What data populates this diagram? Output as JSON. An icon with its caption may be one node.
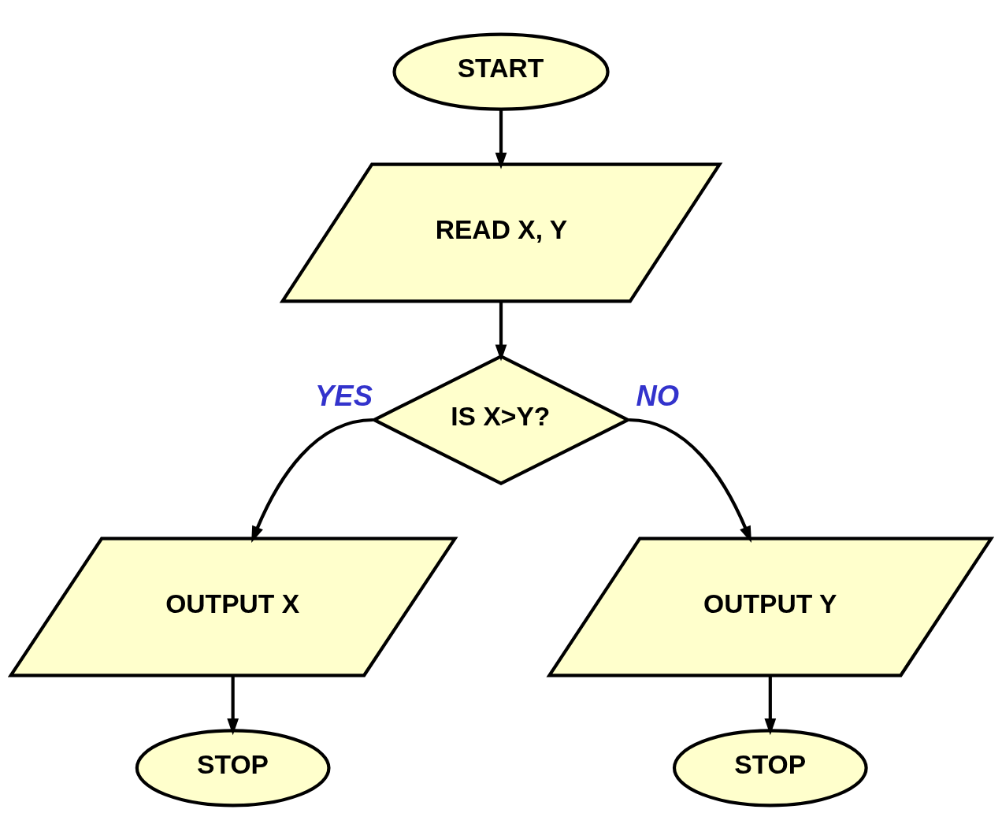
{
  "diagram": {
    "nodes": [
      {
        "text": [
          "START"
        ]
      },
      {
        "text": [
          "READ X, Y"
        ]
      },
      {
        "text": [
          "IS X>Y?"
        ]
      },
      {
        "text": [
          "OUTPUT X"
        ]
      },
      {
        "text": [
          "STOP"
        ]
      },
      {
        "text": [
          "OUTPUT Y"
        ]
      },
      {
        "text": [
          "STOP"
        ]
      }
    ],
    "edges": [
      {
        "from": 0,
        "to": 1,
        "arrow": "to"
      },
      {
        "from": 1,
        "to": 2,
        "arrow": "to"
      },
      {
        "from": 2,
        "to": 3,
        "arrow": "to",
        "label": "YES"
      },
      {
        "from": 2,
        "to": 5,
        "arrow": "to",
        "label": "NO"
      },
      {
        "from": 3,
        "to": 4,
        "arrow": "to"
      },
      {
        "from": 5,
        "to": 6,
        "arrow": "to"
      }
    ]
  }
}
